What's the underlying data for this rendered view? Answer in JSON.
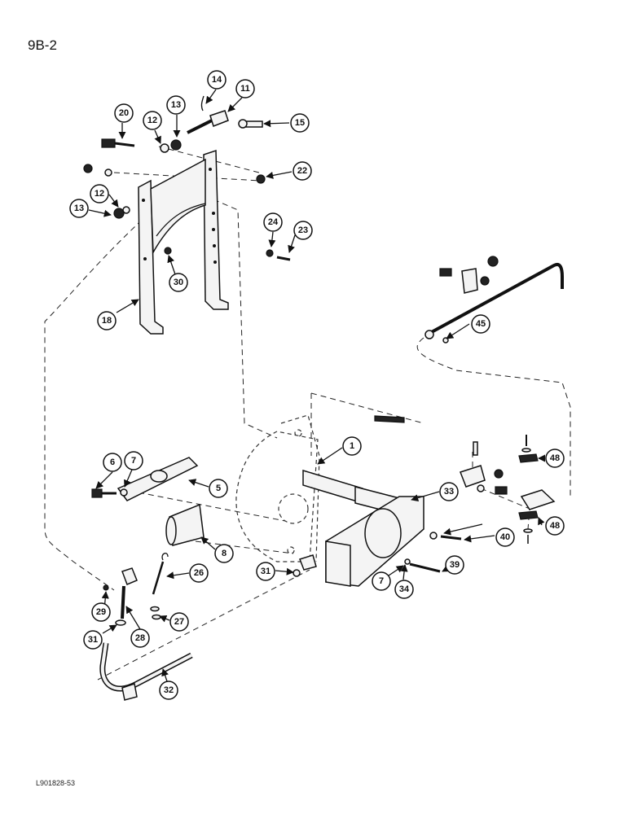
{
  "page_number": "9B-2",
  "figure_code": "L901828-53",
  "callouts": [
    "1",
    "5",
    "6",
    "7",
    "7",
    "8",
    "11",
    "12",
    "12",
    "13",
    "13",
    "14",
    "15",
    "18",
    "20",
    "22",
    "23",
    "24",
    "26",
    "27",
    "28",
    "29",
    "30",
    "31",
    "31",
    "32",
    "33",
    "34",
    "39",
    "40",
    "45",
    "48",
    "48"
  ]
}
